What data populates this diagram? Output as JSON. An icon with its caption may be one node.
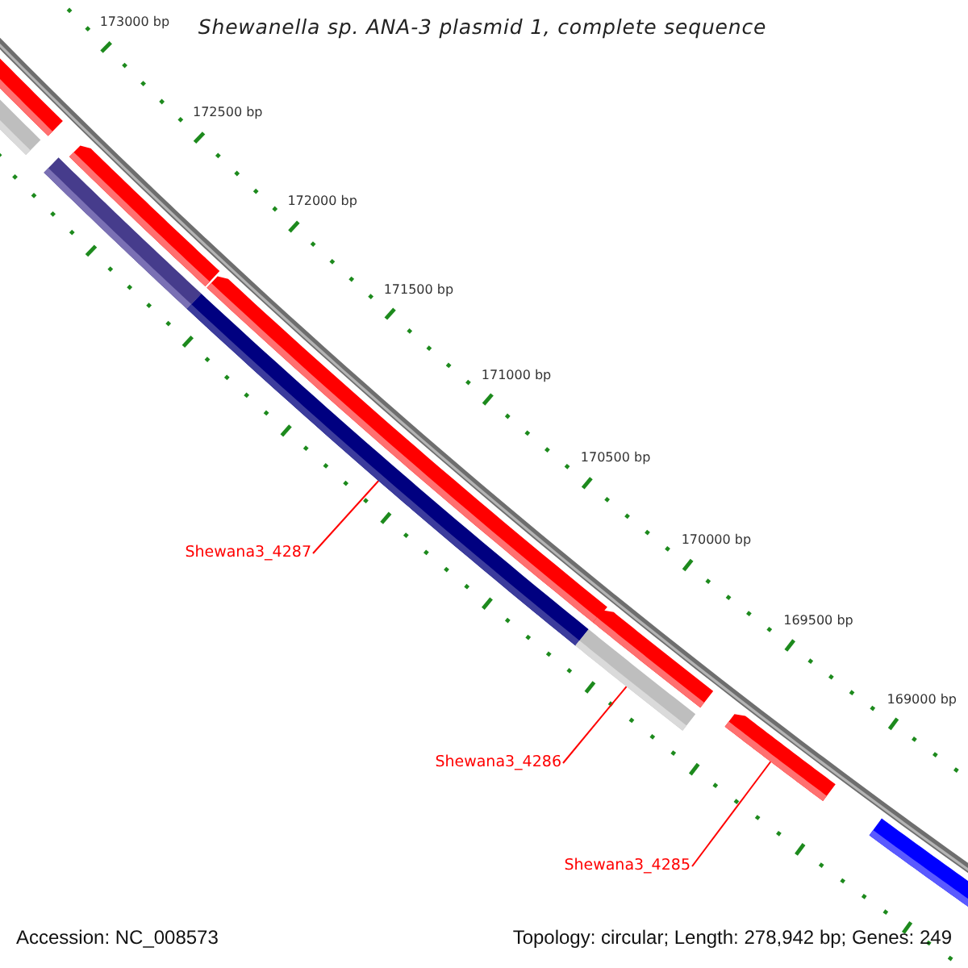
{
  "diagram": {
    "title": "Shewanella sp. ANA-3 plasmid 1, complete sequence",
    "nodes": [
      {
        "text": [
          "Shewana3_4287"
        ]
      },
      {
        "text": [],
        "shape": "bar"
      },
      {
        "text": [
          "Shewana3_4286"
        ]
      },
      {
        "text": [],
        "shape": "bar"
      },
      {
        "text": [
          "Shewana3_4285"
        ]
      },
      {
        "text": [],
        "shape": "arrow"
      }
    ],
    "edges": [
      {
        "from": 0,
        "to": 1,
        "arrow": "none"
      },
      {
        "from": 2,
        "to": 3,
        "arrow": "none"
      },
      {
        "from": 4,
        "to": 5,
        "arrow": "none"
      }
    ],
    "labels": [
      "173000 bp",
      "172500 bp",
      "172000 bp",
      "171500 bp",
      "171000 bp",
      "170500 bp",
      "170000 bp",
      "169500 bp",
      "169000 bp",
      "Accession: NC_008573",
      "Topology: circular; Length: 278,942 bp; Genes: 249"
    ]
  }
}
